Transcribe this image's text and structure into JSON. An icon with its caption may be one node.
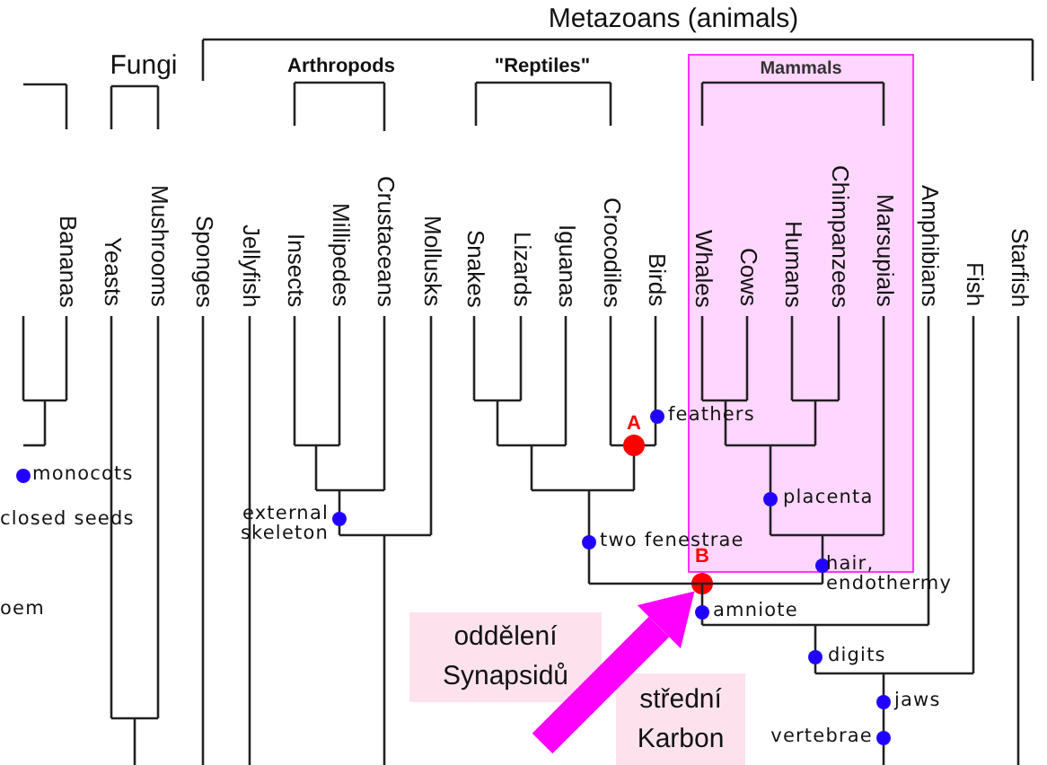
{
  "diagram": {
    "nodes": [
      {
        "text": [
          "Mammals"
        ]
      },
      {
        "text": [
          "oddělení Synapsidů"
        ]
      },
      {
        "text": [
          "střední Karbon"
        ]
      },
      {
        "text": [],
        "shape": "circle",
        "beside": [
          "B"
        ]
      }
    ],
    "edges": [
      {
        "from": null,
        "to": 3,
        "arrow": "to",
        "color": "#ff00ff"
      }
    ],
    "labels": [
      "Metazoans (animals)",
      "Fungi",
      "Arthropods",
      "\"Reptiles\"",
      "Bananas",
      "Yeasts",
      "Mushrooms",
      "Sponges",
      "Jellyfish",
      "Insects",
      "Millipedes",
      "Crustaceans",
      "Mollusks",
      "Snakes",
      "Lizards",
      "Iguanas",
      "Crocodiles",
      "Birds",
      "Whales",
      "Cows",
      "Humans",
      "Chimpanzees",
      "Marsupials",
      "Amphibians",
      "Fish",
      "Starfish",
      "A",
      "feathers",
      "monocots",
      "closed seeds",
      "external skeleton",
      "placenta",
      "two fenestrae",
      "hair, endothermy",
      "oem",
      "amniote",
      "digits",
      "jaws",
      "vertebrae"
    ]
  }
}
